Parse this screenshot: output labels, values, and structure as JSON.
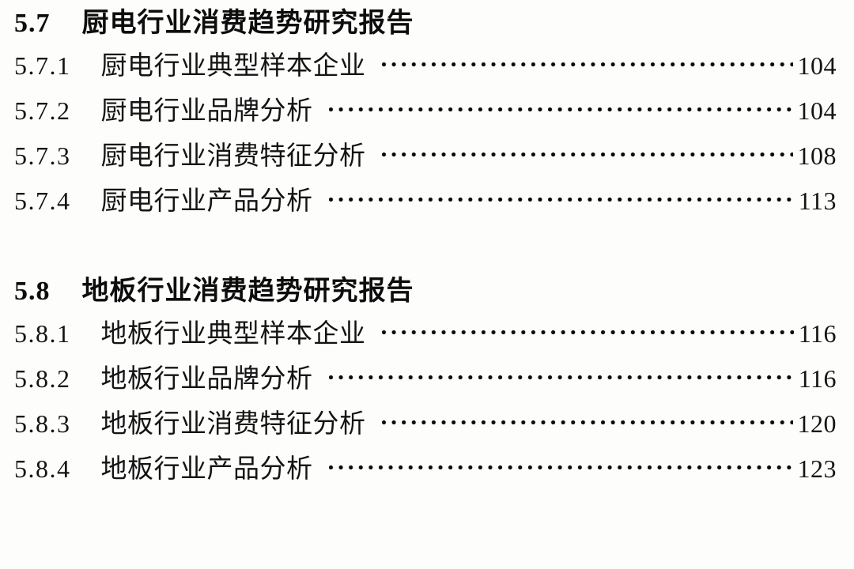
{
  "document": {
    "type": "table-of-contents",
    "background_color": "#fdfdfc",
    "text_color": "#111111",
    "leader_dot_color": "#0b0b0b"
  },
  "sections": [
    {
      "number": "5.7",
      "title": "厨电行业消费趋势研究报告",
      "entries": [
        {
          "number": "5.7.1",
          "title": "厨电行业典型样本企业",
          "page": "104"
        },
        {
          "number": "5.7.2",
          "title": "厨电行业品牌分析",
          "page": "104"
        },
        {
          "number": "5.7.3",
          "title": "厨电行业消费特征分析",
          "page": "108"
        },
        {
          "number": "5.7.4",
          "title": "厨电行业产品分析",
          "page": "113"
        }
      ]
    },
    {
      "number": "5.8",
      "title": "地板行业消费趋势研究报告",
      "entries": [
        {
          "number": "5.8.1",
          "title": "地板行业典型样本企业",
          "page": "116"
        },
        {
          "number": "5.8.2",
          "title": "地板行业品牌分析",
          "page": "116"
        },
        {
          "number": "5.8.3",
          "title": "地板行业消费特征分析",
          "page": "120"
        },
        {
          "number": "5.8.4",
          "title": "地板行业产品分析",
          "page": "123"
        }
      ]
    }
  ]
}
